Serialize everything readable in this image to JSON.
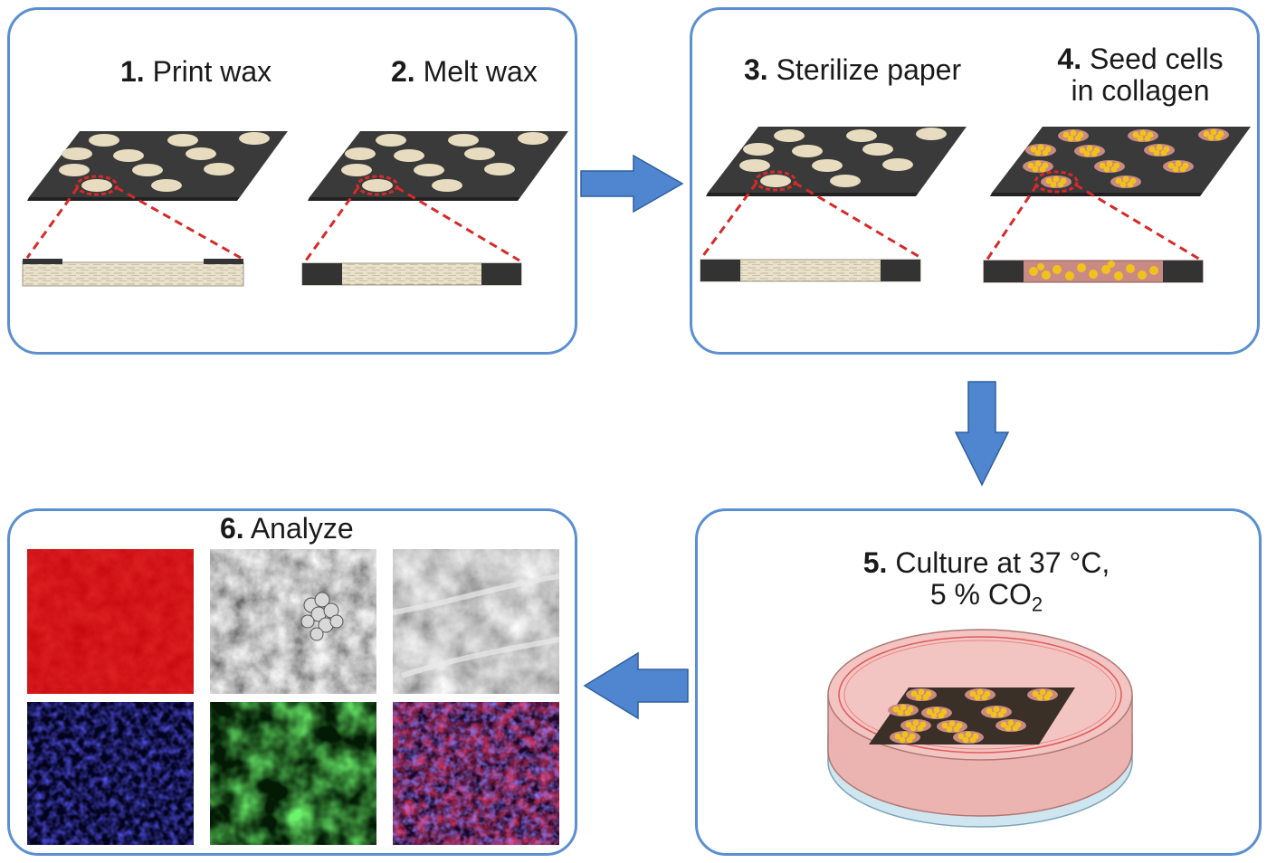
{
  "steps": {
    "s1": {
      "num": "1.",
      "text": "Print wax"
    },
    "s2": {
      "num": "2.",
      "text": "Melt wax"
    },
    "s3": {
      "num": "3.",
      "text": "Sterilize paper"
    },
    "s4": {
      "num": "4.",
      "text_line1": "Seed cells",
      "text_line2": "in collagen"
    },
    "s5": {
      "num": "5.",
      "text_line1": "Culture at 37 °C,",
      "text_line2_prefix": "5 % CO",
      "text_line2_sub": "2"
    },
    "s6": {
      "num": "6.",
      "text": "Analyze"
    }
  },
  "colors": {
    "panel_border": "#5b8fd0",
    "arrow_fill": "#4f86cf",
    "paper_dark": "#3a3a3a",
    "paper_spot": "#e7dcbf",
    "highlight_dash": "#d42a2a",
    "cell_yellow": "#f2c21c",
    "collagen": "#c98a84",
    "dish_pink": "#f3c5c2",
    "dish_base": "#cfe5ef"
  },
  "micrographs": [
    {
      "name": "red-fluorescence-image",
      "stain": "red"
    },
    {
      "name": "sem-image-1",
      "stain": "grayscale"
    },
    {
      "name": "sem-image-2",
      "stain": "grayscale"
    },
    {
      "name": "blue-fluorescence-image",
      "stain": "blue"
    },
    {
      "name": "green-fluorescence-image",
      "stain": "green"
    },
    {
      "name": "merged-fluorescence-image",
      "stain": "merged"
    }
  ]
}
